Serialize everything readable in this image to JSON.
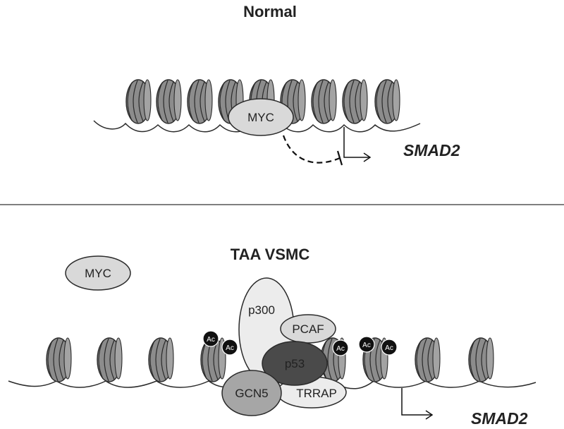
{
  "panels": {
    "normal": {
      "title": "Normal",
      "protein": "MYC",
      "gene": "SMAD2"
    },
    "taa": {
      "title": "TAA VSMC",
      "free_protein": "MYC",
      "complex": {
        "p300": "p300",
        "pcaf": "PCAF",
        "p53": "p53",
        "gcn5": "GCN5",
        "trrap": "TRRAP"
      },
      "acetyl_marks": [
        "Ac",
        "Ac",
        "Ac",
        "Ac",
        "Ac"
      ],
      "gene": "SMAD2"
    }
  },
  "colors": {
    "nucleosome_fill": "#8c8c8c",
    "light_protein": "#d9d9d9",
    "p300_fill": "#ececec",
    "p53_fill": "#4a4a4a",
    "gcn5_fill": "#a6a6a6",
    "ac_fill": "#111111",
    "divider": "#555555"
  }
}
